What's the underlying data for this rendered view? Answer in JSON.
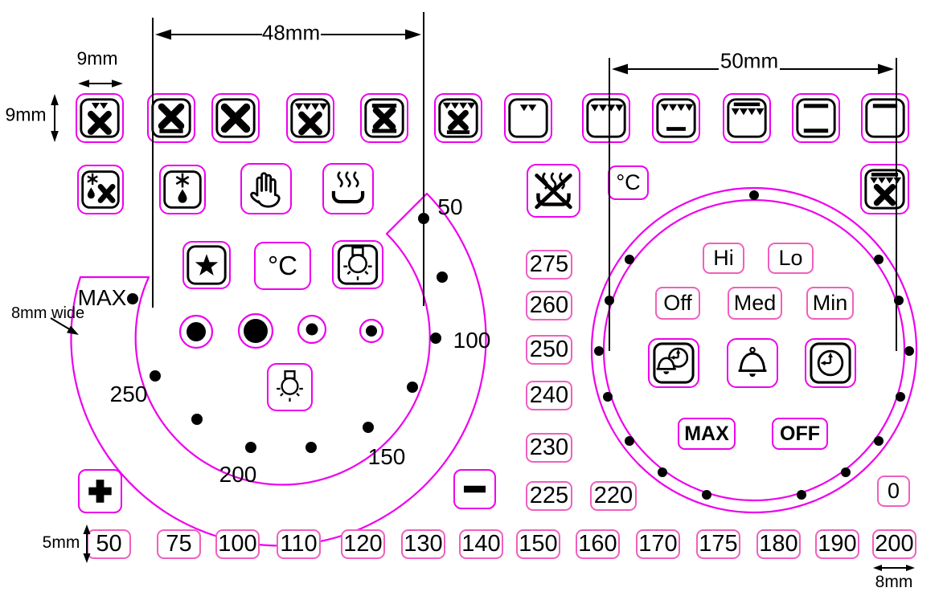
{
  "colors": {
    "magenta": "#EE00EE",
    "pink": "#F05FC0",
    "ink": "#000000",
    "paper": "#FFFFFF"
  },
  "dimension_labels": {
    "icon_width": "9mm",
    "icon_height": "9mm",
    "row1_span": "48mm",
    "dial_span": "50mm",
    "band_width": "8mm wide",
    "label_height": "5mm",
    "label_width": "8mm"
  },
  "row1_icons": [
    "fan-grill-small",
    "fan-bottom-heat",
    "fan",
    "grill-fan",
    "fan-top-bottom-heat",
    "grill-fan-bottom-heat",
    "grill-half",
    "grill-full",
    "grill-bottom-heat",
    "top-heat-grill",
    "top-bottom-heat",
    "top-heat"
  ],
  "row2_icons": [
    "defrost-fan",
    "defrost",
    "hand-wash",
    "keep-warm",
    "keep-warm-crossed",
    "top-heat-grill-fan"
  ],
  "symbol_tiles": [
    "star",
    "oven-light",
    "oven-light",
    "auto-timer",
    "minute-minder",
    "timer"
  ],
  "celsius_badge": "°C",
  "celsius_tile": "°C",
  "left_dial": {
    "scale": [
      "50",
      "100",
      "150",
      "200",
      "250",
      "MAX"
    ]
  },
  "right_dial": {
    "labels": [
      "Hi",
      "Lo",
      "Off",
      "Med",
      "Min"
    ],
    "bold_labels": [
      "MAX",
      "OFF"
    ]
  },
  "temperature_column": [
    "275",
    "260",
    "250",
    "240",
    "230",
    "225"
  ],
  "temperature_extra": "220",
  "zero_label": "0",
  "controls": {
    "plus": "+",
    "minus": "−"
  },
  "bottom_row": [
    "50",
    "75",
    "100",
    "110",
    "120",
    "130",
    "140",
    "150",
    "160",
    "170",
    "175",
    "180",
    "190",
    "200"
  ]
}
